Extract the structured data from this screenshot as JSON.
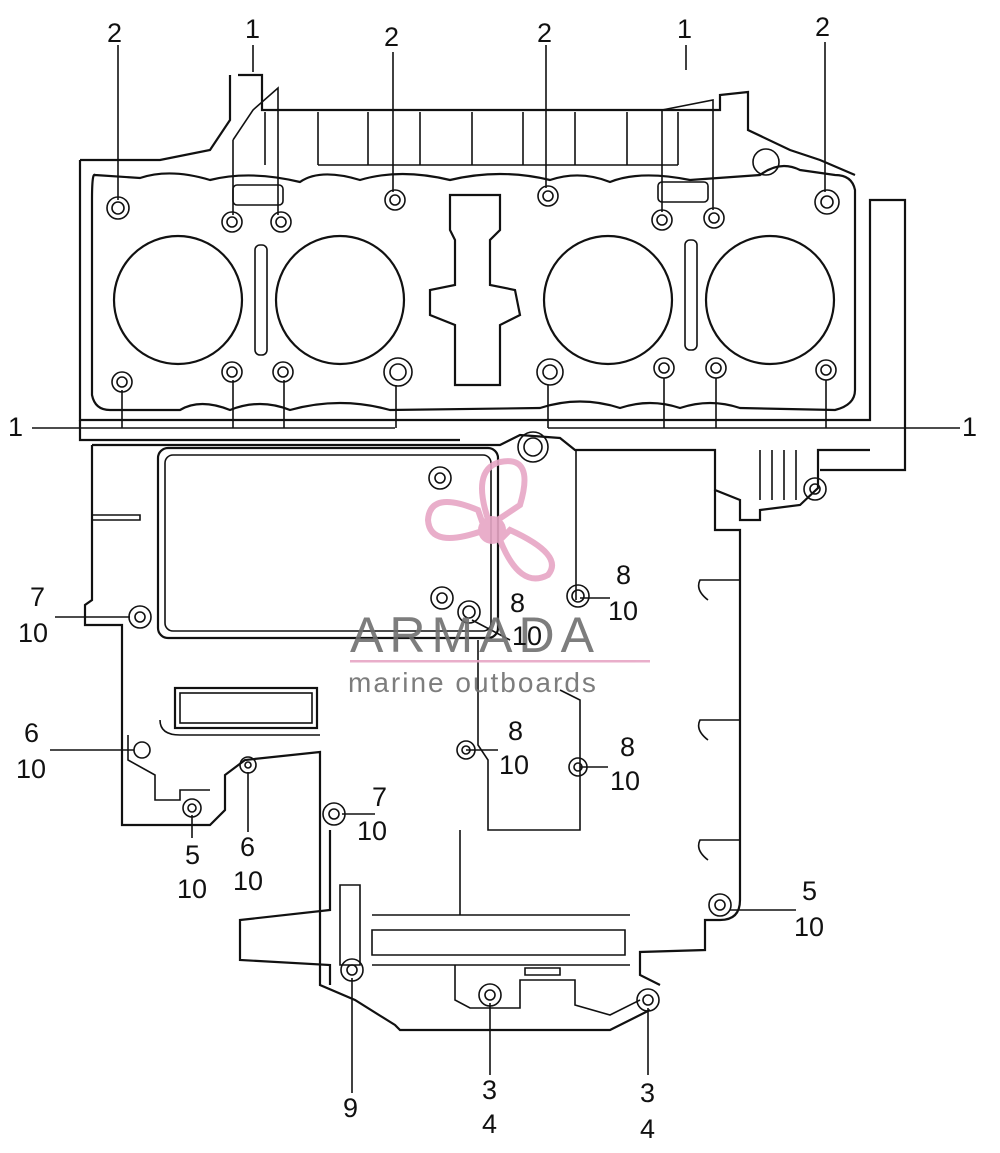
{
  "watermark": {
    "brand": "ARMADA",
    "tagline": "marine outboards",
    "colors": {
      "logo_pink": "#e7a6c5",
      "text_gray": "#6f6f6f",
      "rule_pink": "#e7a6c5"
    }
  },
  "callouts": {
    "top": [
      "2",
      "1",
      "2",
      "2",
      "1",
      "2"
    ],
    "side_left": "1",
    "side_right": "1",
    "c7a": [
      "7",
      "10"
    ],
    "c6a": [
      "6",
      "10"
    ],
    "c5a": [
      "5",
      "10"
    ],
    "c6b": [
      "6",
      "10"
    ],
    "c7b": [
      "7",
      "10"
    ],
    "c8a": [
      "8",
      "10"
    ],
    "c8b": [
      "8",
      "10"
    ],
    "c8c": [
      "8",
      "10"
    ],
    "c8d": [
      "8",
      "10"
    ],
    "c5b": [
      "5",
      "10"
    ],
    "c9": "9",
    "c3a": [
      "3",
      "4"
    ],
    "c3b": [
      "3",
      "4"
    ]
  }
}
